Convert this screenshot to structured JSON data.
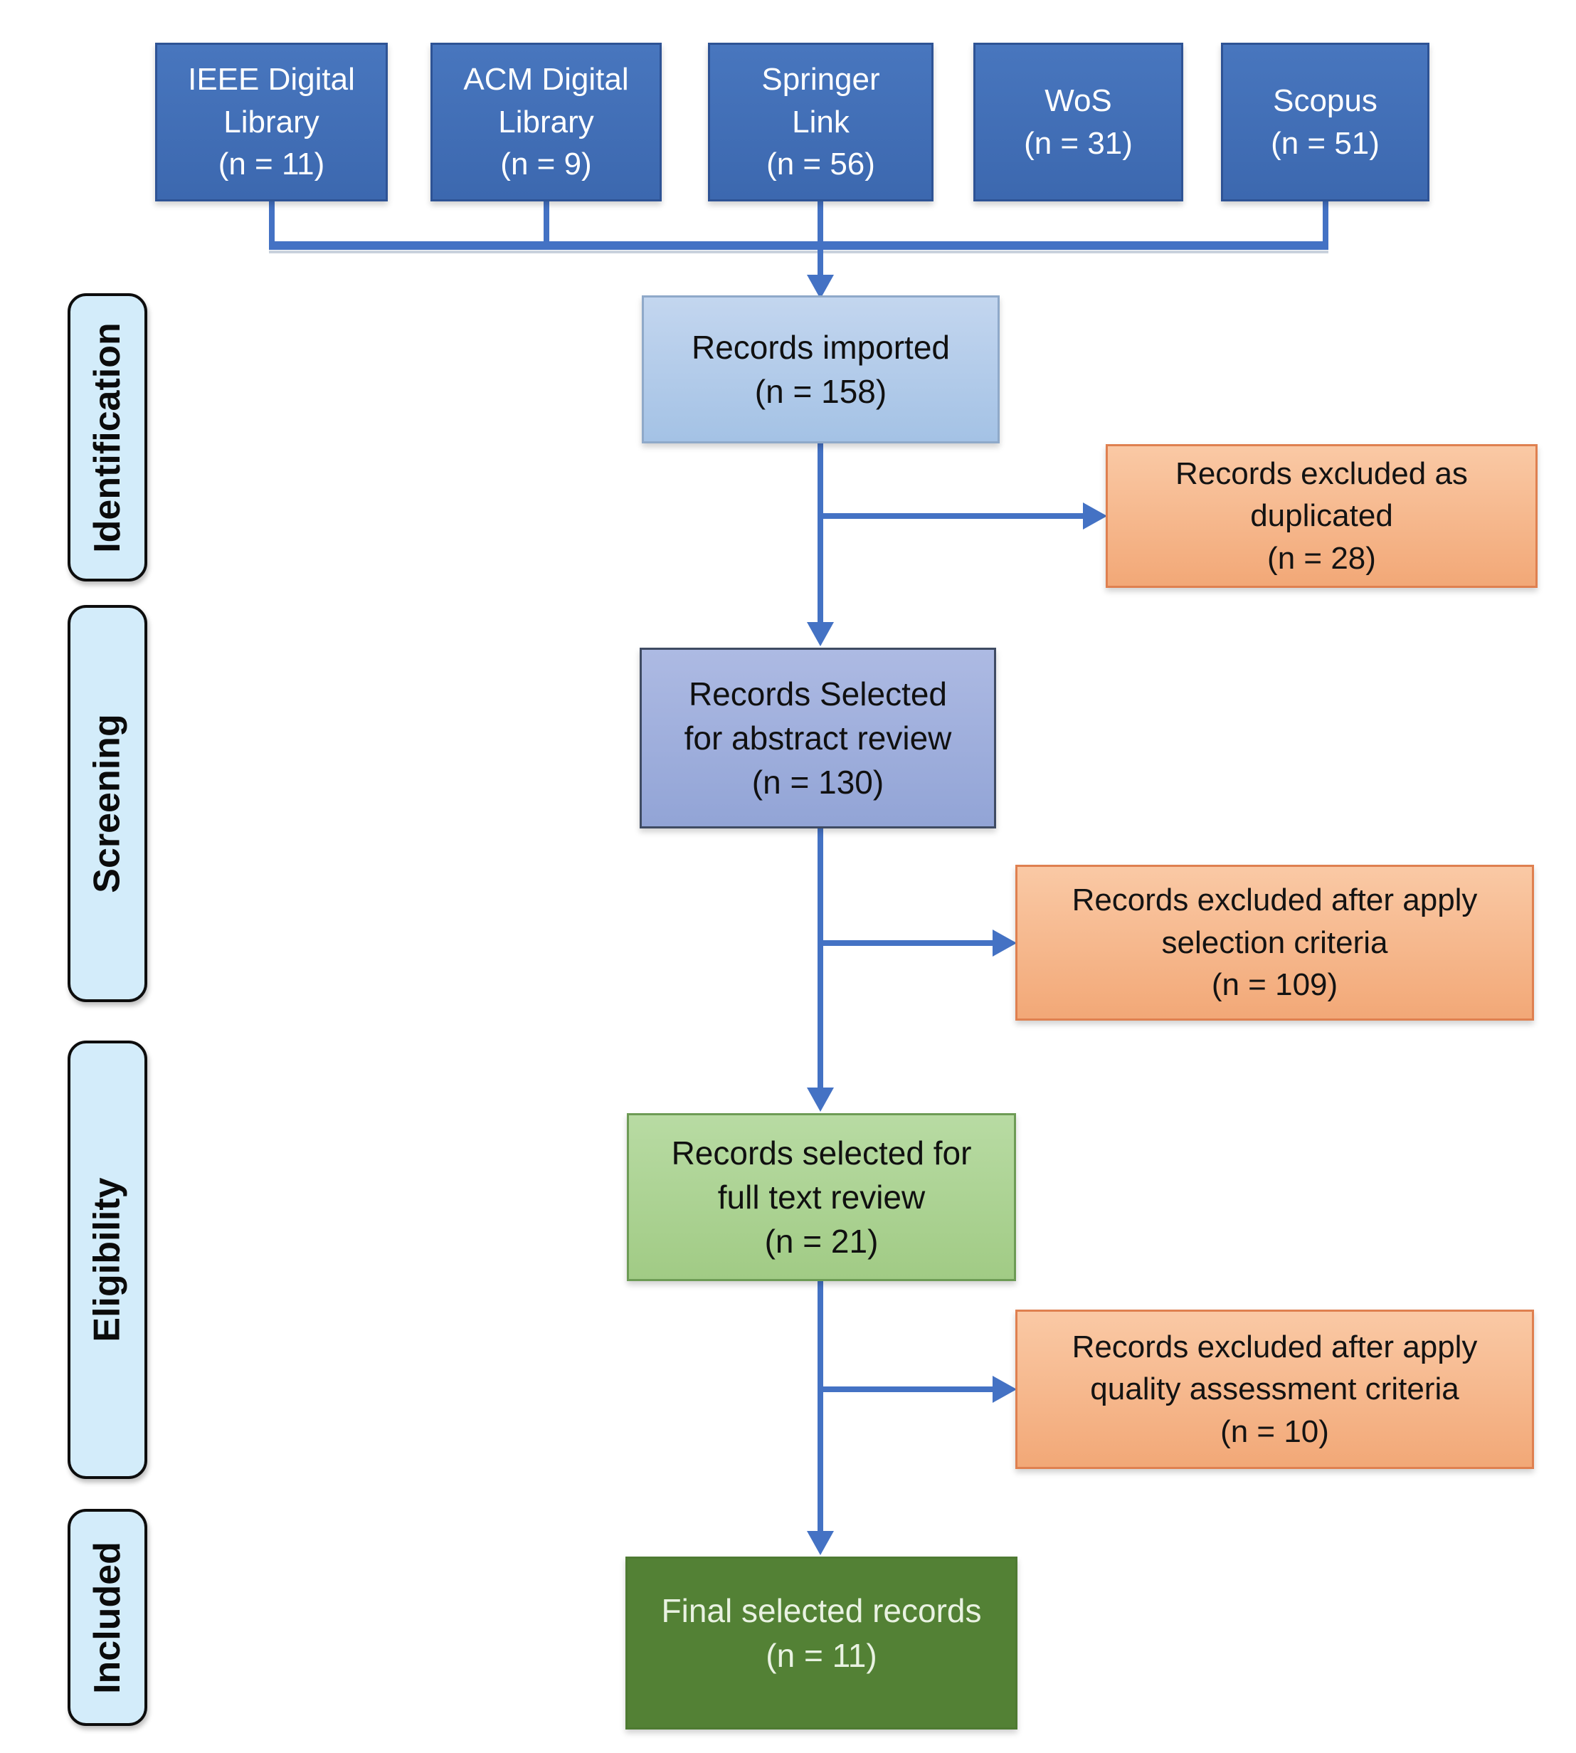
{
  "colors": {
    "source_fill": "#4472C4",
    "source_border": "#2E5395",
    "source_text": "#FFFFFF",
    "imported_fill": "#AEC9E8",
    "imported_border": "#8FA9C9",
    "selected_fill": "#9FAFDC",
    "selected_border": "#3F4B63",
    "fulltext_fill": "#A9D18E",
    "fulltext_border": "#6D9B55",
    "final_fill": "#538135",
    "final_text": "#E9F2E2",
    "excluded_fill": "#F5B183",
    "excluded_border": "#DF8050",
    "stage_fill": "#D3ECFA",
    "stage_border": "#0D0D0D",
    "connector": "#4472C4",
    "box_text": "#111111"
  },
  "stages": [
    {
      "label": "Identification"
    },
    {
      "label": "Screening"
    },
    {
      "label": "Eligibility"
    },
    {
      "label": "Included"
    }
  ],
  "sources": [
    {
      "label": "IEEE Digital\nLibrary\n(n = 11)"
    },
    {
      "label": "ACM Digital\nLibrary\n(n = 9)"
    },
    {
      "label": "Springer\nLink\n(n = 56)"
    },
    {
      "label": "WoS\n(n = 31)"
    },
    {
      "label": "Scopus\n(n = 51)"
    }
  ],
  "flow": [
    {
      "label": "Records imported\n(n = 158)"
    },
    {
      "label": "Records Selected\nfor abstract review\n(n = 130)"
    },
    {
      "label": "Records selected for\nfull text review\n(n = 21)"
    },
    {
      "label": "Final selected records\n(n = 11)"
    }
  ],
  "exclusions": [
    {
      "label": "Records excluded as\nduplicated\n(n = 28)"
    },
    {
      "label": "Records excluded after apply\nselection criteria\n(n = 109)"
    },
    {
      "label": "Records excluded after apply\nquality assessment criteria\n(n = 10)"
    }
  ]
}
